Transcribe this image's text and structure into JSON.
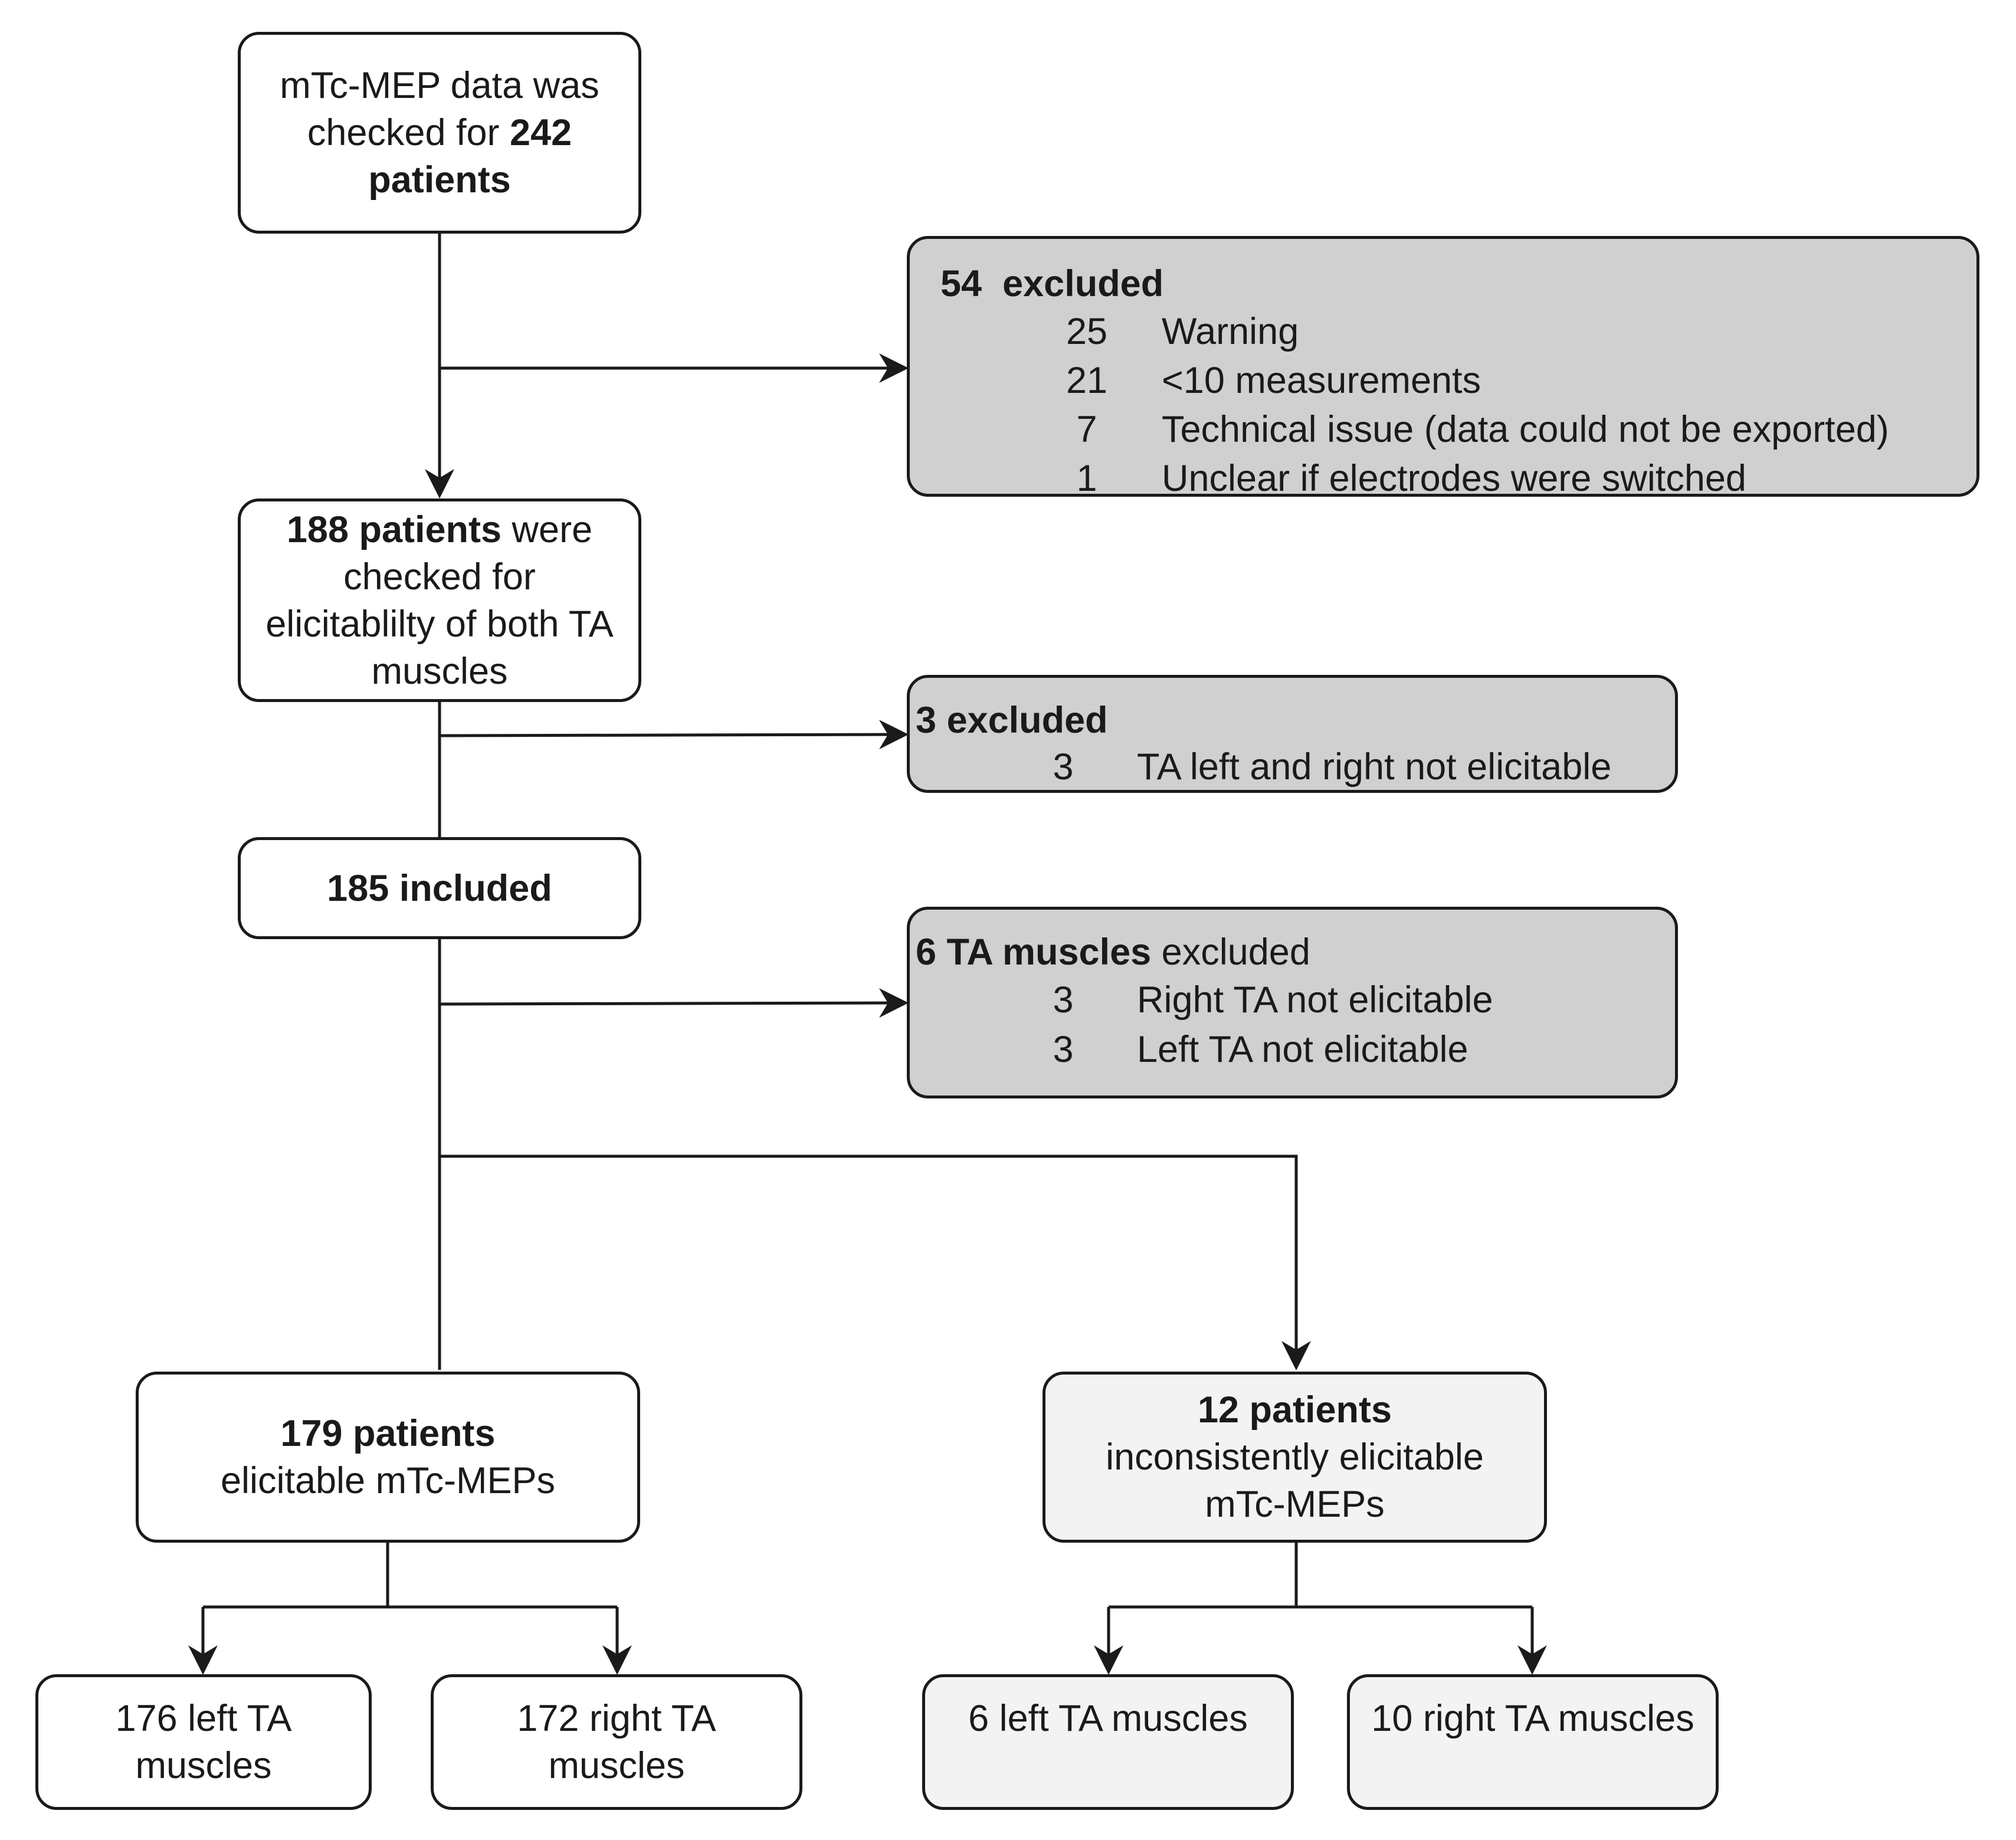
{
  "box_start": {
    "line1": "mTc-MEP data was",
    "line2_pre": "checked for ",
    "line2_bold": "242",
    "line3_bold": "patients"
  },
  "excl1": {
    "count": "54",
    "label": "excluded",
    "items": [
      {
        "n": "25",
        "text": "Warning"
      },
      {
        "n": "21",
        "text": "<10 measurements"
      },
      {
        "n": "7",
        "text": "Technical issue (data could not be exported)"
      },
      {
        "n": "1",
        "text": "Unclear if electrodes were switched"
      }
    ]
  },
  "box_checked": {
    "line1_bold": "188 patients",
    "line1_rest": " were",
    "line2": "checked for",
    "line3": "elicitablilty of both TA",
    "line4": "muscles"
  },
  "excl2": {
    "count": "3",
    "label": "excluded",
    "items": [
      {
        "n": "3",
        "text": "TA left and right not elicitable"
      }
    ]
  },
  "box_included": {
    "text": "185 included"
  },
  "excl3": {
    "bold": "6 TA muscles",
    "rest": " excluded",
    "items": [
      {
        "n": "3",
        "text": "Right TA  not elicitable"
      },
      {
        "n": "3",
        "text": "Left TA not elicitable"
      }
    ]
  },
  "box_elicitable": {
    "line1_bold": "179 patients",
    "line2": "elicitable mTc-MEPs"
  },
  "box_inconsistent": {
    "line1_bold": "12 patients",
    "line2": "inconsistently elicitable",
    "line3": "mTc-MEPs"
  },
  "leaf_left_179": {
    "line1": "176 left TA",
    "line2": "muscles"
  },
  "leaf_right_179": {
    "line1": "172 right TA",
    "line2": "muscles"
  },
  "leaf_left_12": {
    "text": "6 left TA muscles"
  },
  "leaf_right_12": {
    "text": "10 right TA muscles"
  }
}
